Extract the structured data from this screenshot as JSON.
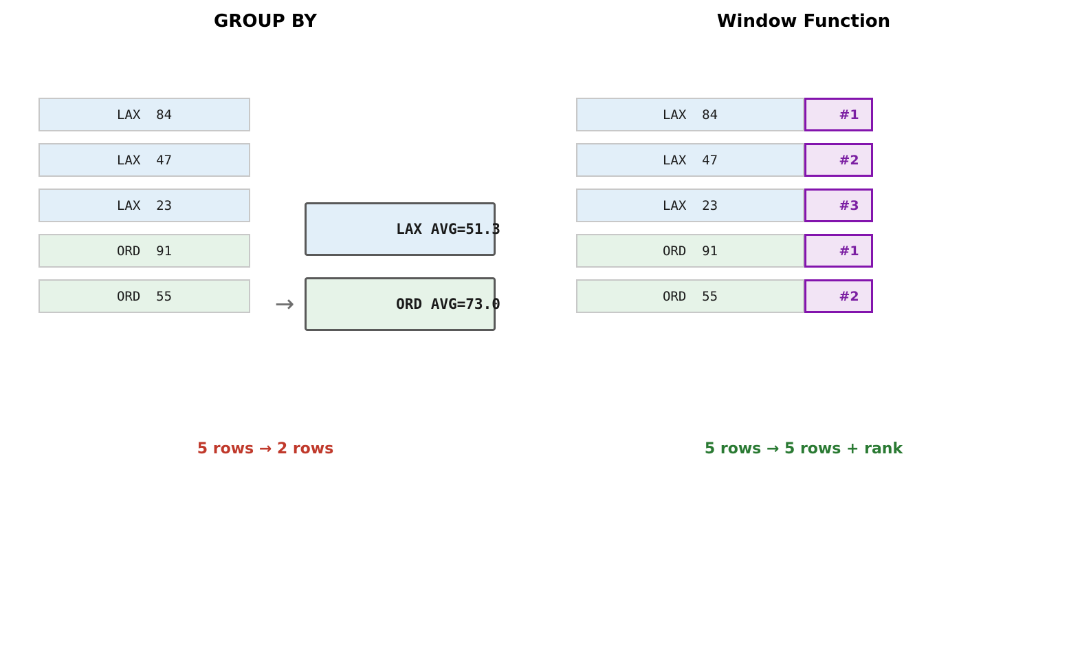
{
  "panels": {
    "left": {
      "title": "GROUP BY",
      "footer": "5 rows → 2 rows",
      "footer_color": "#c0392b",
      "rows": [
        {
          "label": "LAX  84",
          "key": "LAX",
          "value": "84",
          "color": "blue"
        },
        {
          "label": "LAX  47",
          "key": "LAX",
          "value": "47",
          "color": "blue"
        },
        {
          "label": "LAX  23",
          "key": "LAX",
          "value": "23",
          "color": "blue"
        },
        {
          "label": "ORD  91",
          "key": "ORD",
          "value": "91",
          "color": "green"
        },
        {
          "label": "ORD  55",
          "key": "ORD",
          "value": "55",
          "color": "green"
        }
      ],
      "aggregates": [
        {
          "label": "LAX AVG=51.3",
          "key": "LAX",
          "value": "51.3",
          "color": "blue"
        },
        {
          "label": "ORD AVG=73.0",
          "key": "ORD",
          "value": "73.0",
          "color": "green"
        }
      ],
      "arrow": "→"
    },
    "right": {
      "title": "Window Function",
      "footer": "5 rows → 5 rows + rank",
      "footer_color": "#2a7a33",
      "rows": [
        {
          "label": "LAX  84",
          "key": "LAX",
          "value": "84",
          "color": "blue",
          "rank": "#1"
        },
        {
          "label": "LAX  47",
          "key": "LAX",
          "value": "47",
          "color": "blue",
          "rank": "#2"
        },
        {
          "label": "LAX  23",
          "key": "LAX",
          "value": "23",
          "color": "blue",
          "rank": "#3"
        },
        {
          "label": "ORD  91",
          "key": "ORD",
          "value": "91",
          "color": "green",
          "rank": "#1"
        },
        {
          "label": "ORD  55",
          "key": "ORD",
          "value": "55",
          "color": "green",
          "rank": "#2"
        }
      ]
    }
  },
  "colors": {
    "row_blue": "#e2eff9",
    "row_green": "#e6f3e8",
    "row_border": "#c8c8c8",
    "agg_border": "#595959",
    "badge_fill": "#f2e4f5",
    "badge_border": "#8314ad",
    "badge_text": "#7b1fa2",
    "arrow": "#6e6e6e",
    "title": "#000000"
  }
}
